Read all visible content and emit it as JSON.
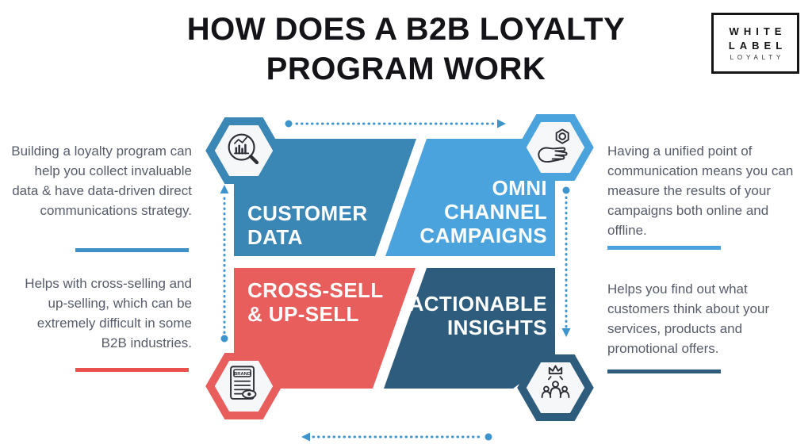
{
  "title": {
    "line1": "HOW DOES A B2B LOYALTY",
    "line2": "PROGRAM WORK"
  },
  "logo": {
    "word1": "WHITE",
    "word2": "LABEL",
    "word3": "LOYALTY"
  },
  "diagram": {
    "quadrants": [
      {
        "id": "customer-data",
        "color": "#3a86b5",
        "icon": "chart-magnifier-icon",
        "lines": [
          "CUSTOMER",
          "DATA"
        ]
      },
      {
        "id": "omni-channel",
        "color": "#4ba3dd",
        "icon": "hand-gear-icon",
        "lines": [
          "OMNI",
          "CHANNEL",
          "CAMPAIGNS"
        ]
      },
      {
        "id": "cross-sell-up-sell",
        "color": "#e85e5c",
        "icon": "brand-document-icon",
        "lines": [
          "CROSS-SELL",
          "& UP-SELL"
        ]
      },
      {
        "id": "actionable-insights",
        "color": "#2d5c7c",
        "icon": "influencer-crown-icon",
        "lines": [
          "ACTIONABLE",
          "INSIGHTS"
        ]
      }
    ],
    "brand_doc_label": "BRAND"
  },
  "notes": [
    {
      "id": "left-top",
      "text": "Building a loyalty program can help you collect invaluable data & have data-driven direct communications strategy.",
      "accent": "#4090c8"
    },
    {
      "id": "left-bottom",
      "text": "Helps with cross-selling and up-selling, which can be extremely difficult in some B2B industries.",
      "accent": "#e8514e"
    },
    {
      "id": "right-top",
      "text": "Having a unified point of communication means you can measure the results of your campaigns both online and offline.",
      "accent": "#49a2dc"
    },
    {
      "id": "right-bottom",
      "text": "Helps you find out what customers think about your services, products and promotional offers.",
      "accent": "#2d5c7c"
    }
  ],
  "palette": {
    "quadrant_blue": "#3a86b5",
    "quadrant_light_blue": "#4ba3dd",
    "quadrant_red": "#e85e5c",
    "quadrant_navy": "#2d5c7c",
    "arrow_blue": "#3e94cd",
    "note_text_gray": "#575c6b",
    "title_black": "#141418",
    "background": "#ffffff"
  }
}
